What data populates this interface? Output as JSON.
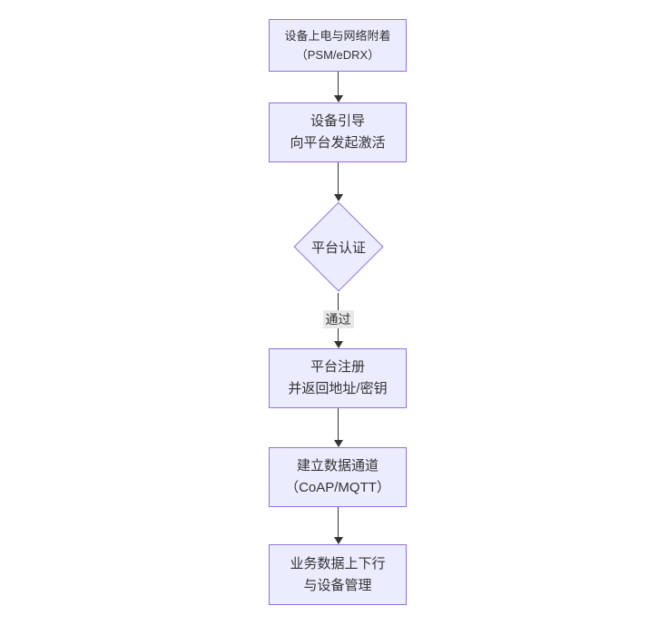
{
  "diagram": {
    "title": "",
    "colors": {
      "node_fill": "#ECECFF",
      "node_border": "#9370DB",
      "text": "#333333",
      "edge": "#333333",
      "edge_label_bg": "#e8e8e8"
    },
    "nodes": [
      {
        "id": "A",
        "type": "rect",
        "lines": [
          "设备上电与网络附着",
          "（PSM/eDRX）"
        ]
      },
      {
        "id": "B",
        "type": "rect",
        "lines": [
          "设备引导",
          "向平台发起激活"
        ]
      },
      {
        "id": "C",
        "type": "diamond",
        "lines": [
          "平台认证"
        ]
      },
      {
        "id": "D",
        "type": "rect",
        "lines": [
          "平台注册",
          "并返回地址/密钥"
        ]
      },
      {
        "id": "E",
        "type": "rect",
        "lines": [
          "建立数据通道",
          "（CoAP/MQTT）"
        ]
      },
      {
        "id": "F",
        "type": "rect",
        "lines": [
          "业务数据上下行",
          "与设备管理"
        ]
      }
    ],
    "edges": [
      {
        "from": "A",
        "to": "B",
        "label": ""
      },
      {
        "from": "B",
        "to": "C",
        "label": ""
      },
      {
        "from": "C",
        "to": "D",
        "label": "通过"
      },
      {
        "from": "D",
        "to": "E",
        "label": ""
      },
      {
        "from": "E",
        "to": "F",
        "label": ""
      }
    ]
  }
}
